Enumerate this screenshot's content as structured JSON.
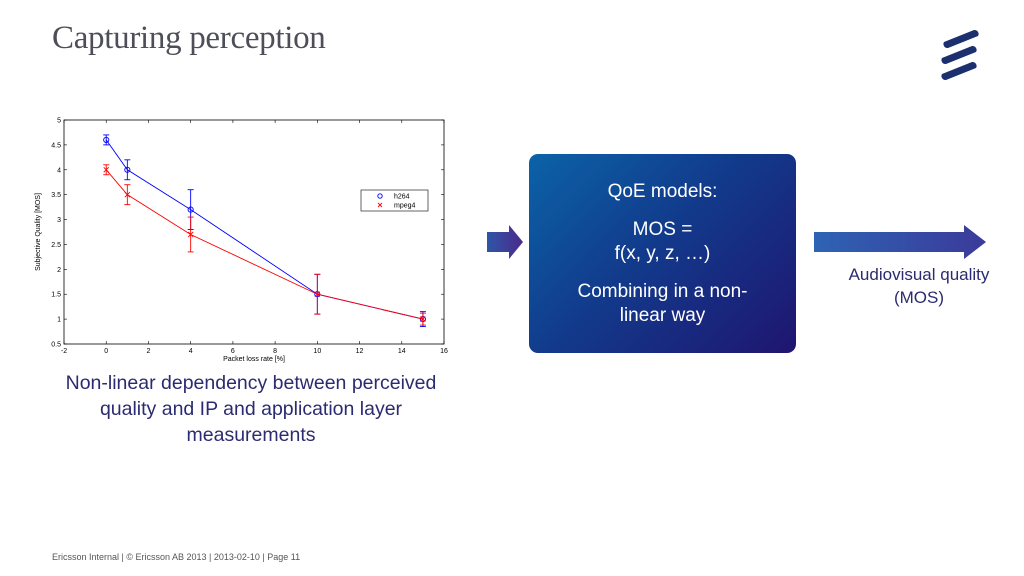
{
  "slide": {
    "title": "Capturing perception",
    "caption": "Non-linear dependency between perceived quality and IP and application layer measurements",
    "footer": "Ericsson Internal  |  © Ericsson AB 2013  |  2013-02-10  |  Page 11",
    "logo": "ericsson-logo-icon"
  },
  "qoe_box": {
    "line1": "QoE models:",
    "line2": "MOS =",
    "line3": "f(x, y, z, …)",
    "line4": "Combining in a non-",
    "line5": "linear way"
  },
  "output_label": {
    "line1": "Audiovisual quality",
    "line2": "(MOS)"
  },
  "colors": {
    "title": "#4e4e59",
    "text_blue": "#2b2b70",
    "h264": "#0000ff",
    "mpeg4": "#ff0000",
    "arrow": "#3b3a9a",
    "box_start": "#0b63a8",
    "box_end": "#1f1570"
  },
  "chart_data": {
    "type": "line",
    "xlabel": "Packet loss rate [%]",
    "ylabel": "Subjective Quality [MOS]",
    "xlim": [
      -2,
      16
    ],
    "ylim": [
      0.5,
      5
    ],
    "xticks": [
      -2,
      0,
      2,
      4,
      6,
      8,
      10,
      12,
      14,
      16
    ],
    "yticks": [
      0.5,
      1,
      1.5,
      2,
      2.5,
      3,
      3.5,
      4,
      4.5,
      5
    ],
    "legend_position": "right",
    "series": [
      {
        "name": "h264",
        "color": "#0000ff",
        "marker": "o",
        "x": [
          0,
          1,
          4,
          10,
          15
        ],
        "y": [
          4.6,
          4.0,
          3.2,
          1.5,
          1.0
        ],
        "err": [
          0.1,
          0.2,
          0.4,
          0.4,
          0.15
        ]
      },
      {
        "name": "mpeg4",
        "color": "#ff0000",
        "marker": "x",
        "x": [
          0,
          1,
          4,
          10,
          15
        ],
        "y": [
          4.0,
          3.5,
          2.7,
          1.5,
          1.0
        ],
        "err": [
          0.1,
          0.2,
          0.35,
          0.4,
          0.12
        ]
      }
    ]
  }
}
